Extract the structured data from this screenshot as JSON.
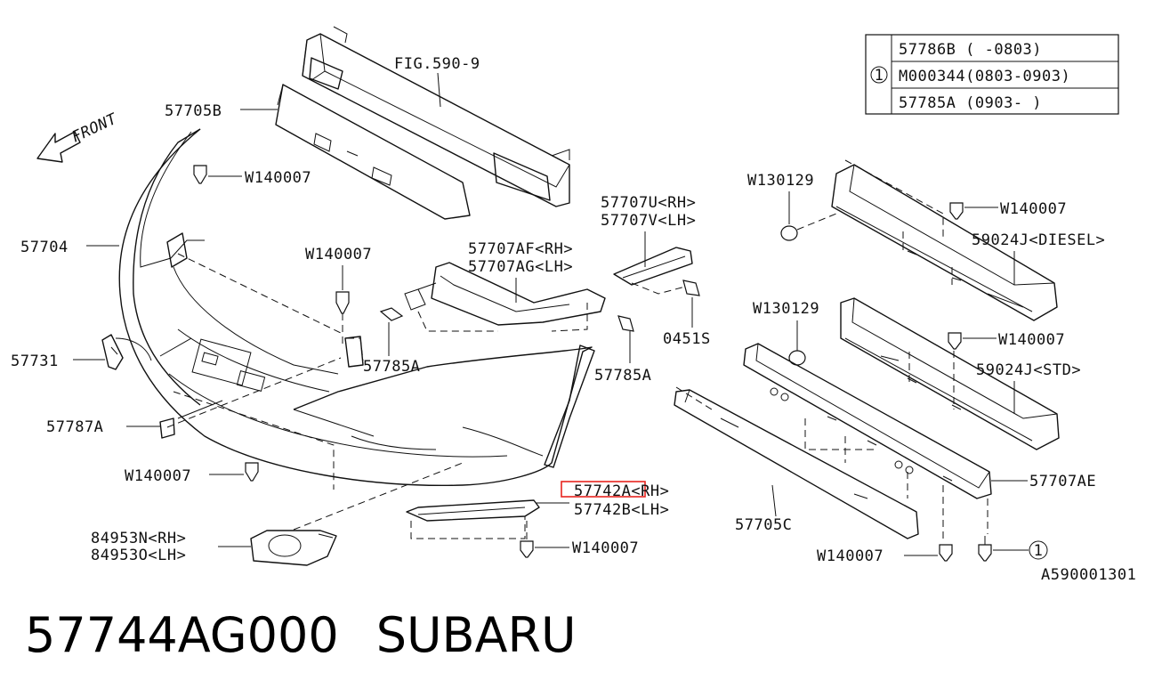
{
  "front_arrow": "FRONT",
  "reference_table": {
    "marker": "1",
    "rows": [
      "57786B (      -0803)",
      "M000344(0803-0903)",
      "57785A (0903-     )"
    ]
  },
  "labels": {
    "fig": "FIG.590-9",
    "p57705B": "57705B",
    "p57704": "57704",
    "p57731": "57731",
    "p57787A": "57787A",
    "w_bumper_top": "W140007",
    "w_bumper_bottom": "W140007",
    "w_center": "W140007",
    "p84953N": "84953N<RH>",
    "p84953O": "84953O<LH>",
    "p57707AF": "57707AF<RH>",
    "p57707AG": "57707AG<LH>",
    "p57707U": "57707U<RH>",
    "p57707V": "57707V<LH>",
    "p57785A_left": "57785A",
    "p57785A_right": "57785A",
    "p0451S": "0451S",
    "p57742A": "57742A<RH>",
    "p57742B": "57742B<LH>",
    "w_lower_strip": "W140007",
    "w130129_top": "W130129",
    "w_diesel": "W140007",
    "p59024J_diesel": "59024J<DIESEL>",
    "w130129_mid": "W130129",
    "w_std": "W140007",
    "p59024J_std": "59024J<STD>",
    "p57707AE": "57707AE",
    "p57705C": "57705C",
    "w_bottom_right": "W140007",
    "circle_ref": "1",
    "diagram_code": "A590001301"
  },
  "footer": {
    "part_number": "57744AG000",
    "brand": "SUBARU"
  },
  "highlight_color": "#e8251f"
}
